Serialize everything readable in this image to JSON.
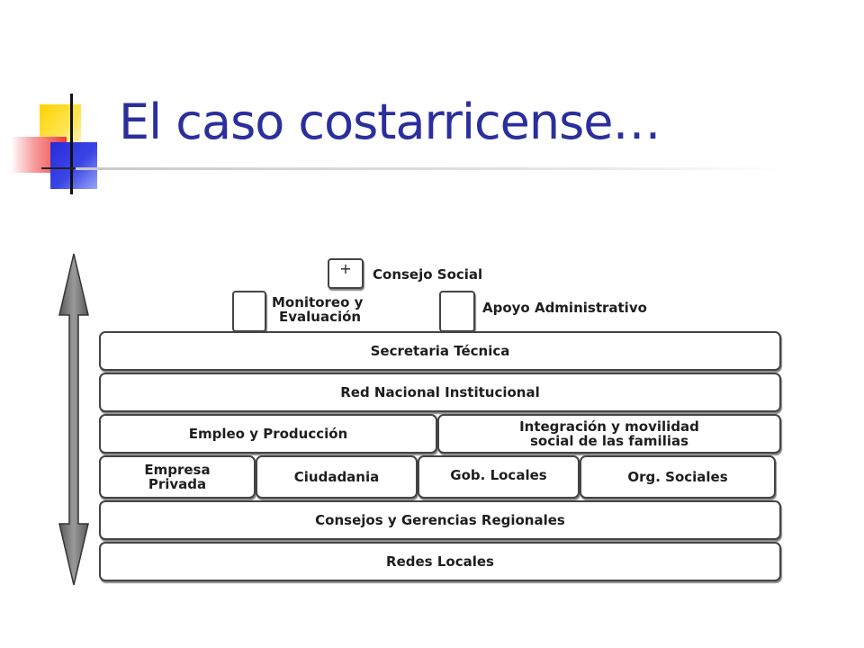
{
  "slide": {
    "title": "El caso costarricense…"
  },
  "diagram": {
    "top": {
      "consejo_social": "Consejo Social",
      "plus_symbol": "+",
      "monitoreo_line1": "Monitoreo y",
      "monitoreo_line2": "Evaluación",
      "apoyo": "Apoyo Administrativo"
    },
    "rows": {
      "secretaria": "Secretaria Técnica",
      "red_nacional": "Red Nacional Institucional",
      "empleo": "Empleo y Producción",
      "integracion_line1": "Integración y movilidad",
      "integracion_line2": "social de las familias",
      "empresa_line1": "Empresa",
      "empresa_line2": "Privada",
      "ciudadania": "Ciudadania",
      "gob_locales": "Gob. Locales",
      "org_sociales": "Org. Sociales",
      "consejos_regionales": "Consejos y Gerencias Regionales",
      "redes_locales": "Redes Locales"
    }
  },
  "colors": {
    "title": "#2b2f9c",
    "box_border": "#444444",
    "arrow_fill": "#7a7a7a"
  },
  "icons": {
    "logo": "squares-logo",
    "arrow": "double-arrow-vertical-icon"
  }
}
